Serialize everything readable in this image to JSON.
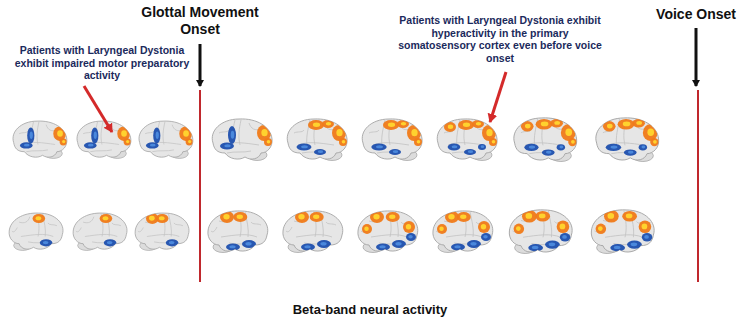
{
  "diagram": {
    "caption": "Beta-band neural activity",
    "labels": [
      "Glottal Movement Onset",
      "Patients with Laryngeal Dystonia exhibit impaired motor preparatory activity",
      "Patients with Laryngeal Dystonia exhibit hyperactivity in the primary somatosensory cortex even before voice onset",
      "Voice Onset"
    ]
  }
}
